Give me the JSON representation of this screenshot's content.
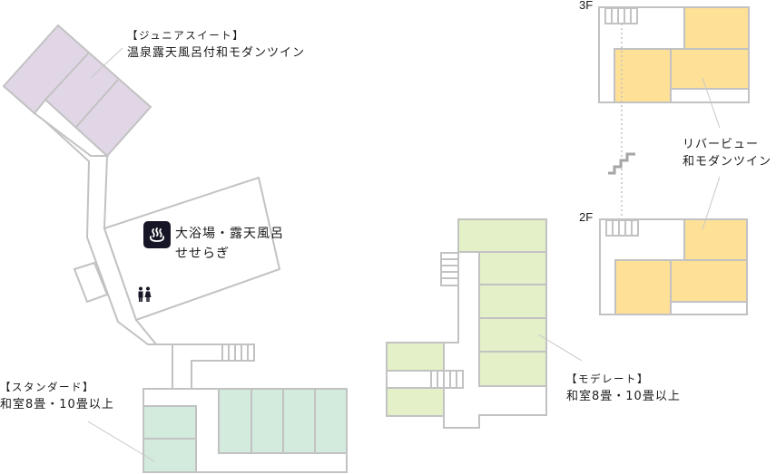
{
  "map": {
    "colors": {
      "wall": "#c2c2c2",
      "junior_suite": "#e1d6e6",
      "standard": "#d2ebdc",
      "moderate": "#e3f0c8",
      "riverview": "#fee197",
      "icon_dark": "#161626"
    },
    "labels": {
      "junior_suite": {
        "head": "【ジュニアスイート】",
        "body": "温泉露天風呂付和モダンツイン"
      },
      "bath": {
        "line1": "大浴場・露天風呂",
        "line2": "せせらぎ"
      },
      "standard": {
        "head": "【スタンダード】",
        "body": "和室8畳・10畳以上"
      },
      "moderate": {
        "head": "【モデレート】",
        "body": "和室8畳・10畳以上"
      },
      "riverview": {
        "line1": "リバービュー",
        "line2": "和モダンツイン"
      }
    },
    "floors": {
      "upper": "3F",
      "lower": "2F"
    },
    "icons": {
      "bath": "hot-spring-icon",
      "restroom": "restroom-icon",
      "stairs": "stairs-icon"
    }
  }
}
